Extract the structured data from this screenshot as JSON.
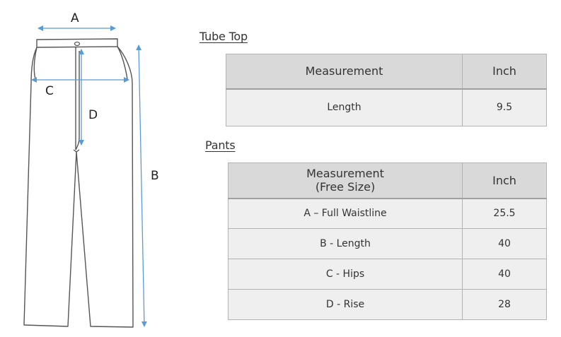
{
  "diagram": {
    "labels": {
      "a": "A",
      "b": "B",
      "c": "C",
      "d": "D"
    }
  },
  "tube_top": {
    "title": "Tube Top",
    "headers": [
      "Measurement",
      "Inch"
    ],
    "rows": [
      {
        "measurement": "Length",
        "inch": "9.5"
      }
    ]
  },
  "pants": {
    "title": "Pants",
    "headers": [
      "Measurement",
      "(Free Size)",
      "Inch"
    ],
    "rows": [
      {
        "measurement": "A – Full Waistline",
        "inch": "25.5"
      },
      {
        "measurement": "B - Length",
        "inch": "40"
      },
      {
        "measurement": "C - Hips",
        "inch": "40"
      },
      {
        "measurement": "D - Rise",
        "inch": "28"
      }
    ]
  },
  "colors": {
    "arrow": "#5b9bd5",
    "outline": "#555555",
    "header_bg": "#d9d9d9",
    "cell_bg": "#efefef"
  }
}
